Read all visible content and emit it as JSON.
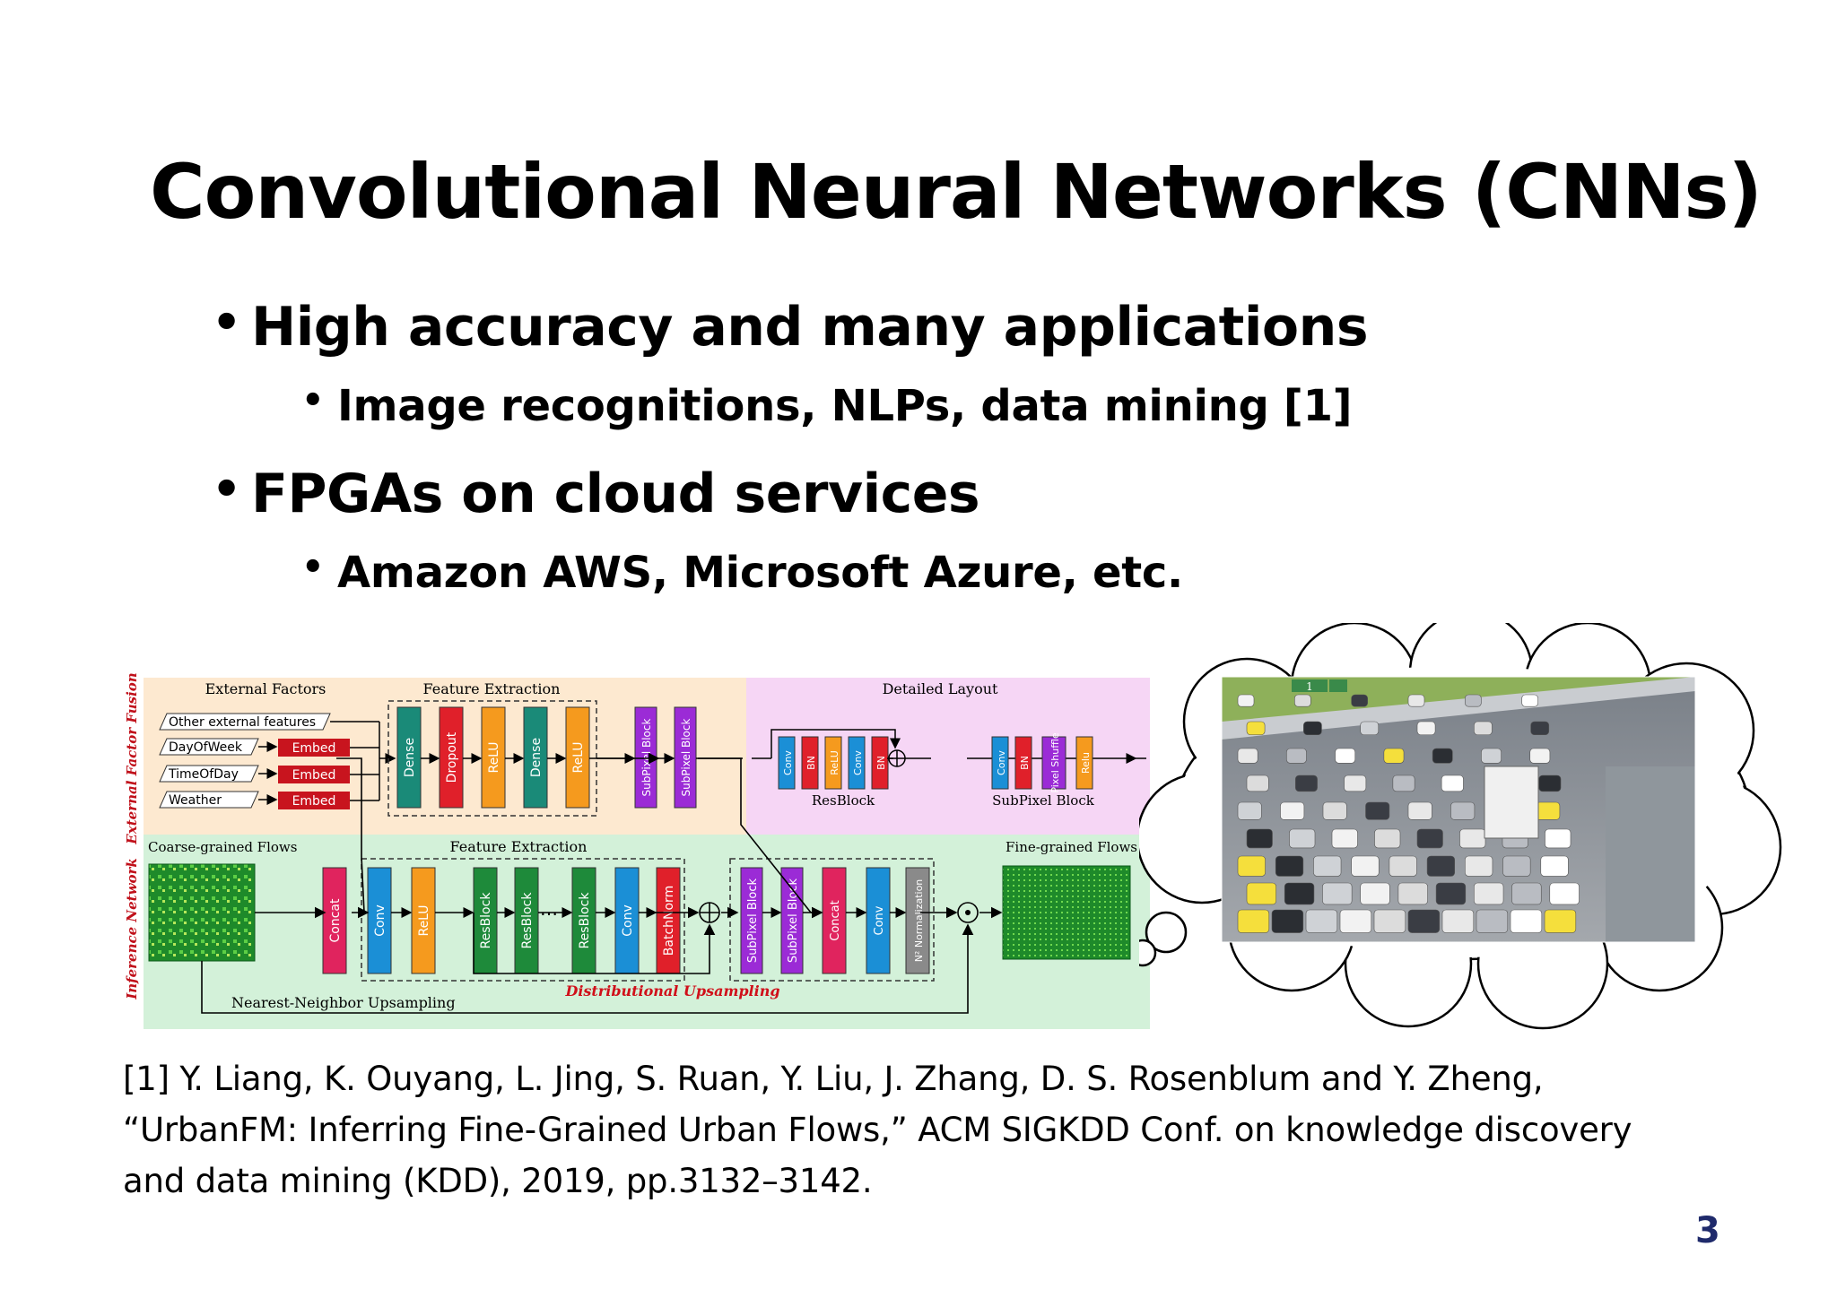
{
  "slide": {
    "title": "Convolutional Neural Networks (CNNs)",
    "bullets": [
      {
        "text": "High accuracy and many applications",
        "level": 1
      },
      {
        "text": "Image recognitions, NLPs, data mining [1]",
        "level": 2
      },
      {
        "text": "FPGAs on cloud services",
        "level": 1
      },
      {
        "text": "Amazon AWS, Microsoft Azure, etc.",
        "level": 2
      }
    ],
    "bullet_glyph": "•",
    "reference_lines": [
      "[1] Y. Liang, K. Ouyang, L. Jing, S. Ruan, Y. Liu, J. Zhang, D. S. Rosenblum and Y. Zheng,",
      "“UrbanFM: Inferring Fine-Grained Urban Flows,” ACM SIGKDD Conf. on knowledge discovery",
      "and data mining (KDD), 2019, pp.3132–3142."
    ],
    "page_number": "3",
    "page_number_color": "#1f2a6b"
  },
  "diagram": {
    "side_label_top": "External Factor Fusion",
    "side_label_bottom": "Inference Network",
    "external_factors_title": "External Factors",
    "feature_extraction_title": "Feature Extraction",
    "detailed_layout_title": "Detailed Layout",
    "inputs": [
      "Other external features",
      "DayOfWeek",
      "TimeOfDay",
      "Weather"
    ],
    "embed_label": "Embed",
    "top_layers": [
      "Dense",
      "Dropout",
      "ReLU",
      "Dense",
      "ReLU",
      "SubPixel Block",
      "SubPixel Block"
    ],
    "resblock_layers": [
      "Conv",
      "BN",
      "ReLU",
      "Conv",
      "BN"
    ],
    "resblock_label": "ResBlock",
    "subpixel_layers": [
      "Conv",
      "BN",
      "Pixel Shuffle",
      "Relu"
    ],
    "subpixel_label": "SubPixel Block",
    "coarse_label": "Coarse-grained Flows",
    "fine_label": "Fine-grained Flows",
    "inference_feature_title": "Feature Extraction",
    "bottom_layers": [
      "Concat",
      "Conv",
      "ReLU",
      "ResBlock",
      "ResBlock",
      "ResBlock",
      "Conv",
      "BatchNorm"
    ],
    "upsampling_layers": [
      "SubPixel Block",
      "SubPixel Block",
      "Concat",
      "Conv",
      "N² Normalization"
    ],
    "distributional_label": "Distributional Upsampling",
    "nearest_label": "Nearest-Neighbor Upsampling",
    "colors": {
      "teal": "#1a8a78",
      "red": "#e0202a",
      "orange": "#f59a1e",
      "purple": "#9b2bd6",
      "blue": "#1b8fd6",
      "pink": "#e0245e",
      "green": "#1e8a3a",
      "gray": "#8a8a8a",
      "embed": "#c8141e",
      "top_bg": "#fde9d0",
      "detail_bg": "#f6d6f5",
      "bottom_bg": "#d3f1d9",
      "side_label": "#c0101a"
    }
  },
  "photo": {
    "sign_number": "1"
  }
}
